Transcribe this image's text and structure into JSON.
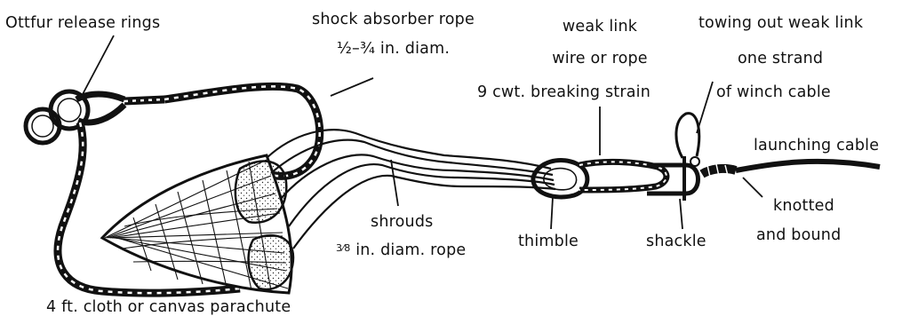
{
  "labels": {
    "ottfur_rings": "Ottfur release rings",
    "shock_rope": "shock absorber rope",
    "shock_diam": "½–¾ in. diam.",
    "weak_link": "weak link",
    "wire_or_rope": "wire or rope",
    "breaking_strain": "9 cwt. breaking strain",
    "towing_weak_link": "towing out weak link",
    "one_strand": "one strand",
    "winch_cable": "of winch cable",
    "launching_cable": "launching cable",
    "shrouds": "shrouds",
    "shroud_diam": "in. diam. rope",
    "shroud_frac": "3⁄8",
    "thimble": "thimble",
    "shackle": "shackle",
    "knotted": "knotted",
    "and_bound": "and bound",
    "parachute": "4 ft. cloth or canvas parachute"
  },
  "colors": {
    "ink": "#111111",
    "paper": "#ffffff"
  }
}
